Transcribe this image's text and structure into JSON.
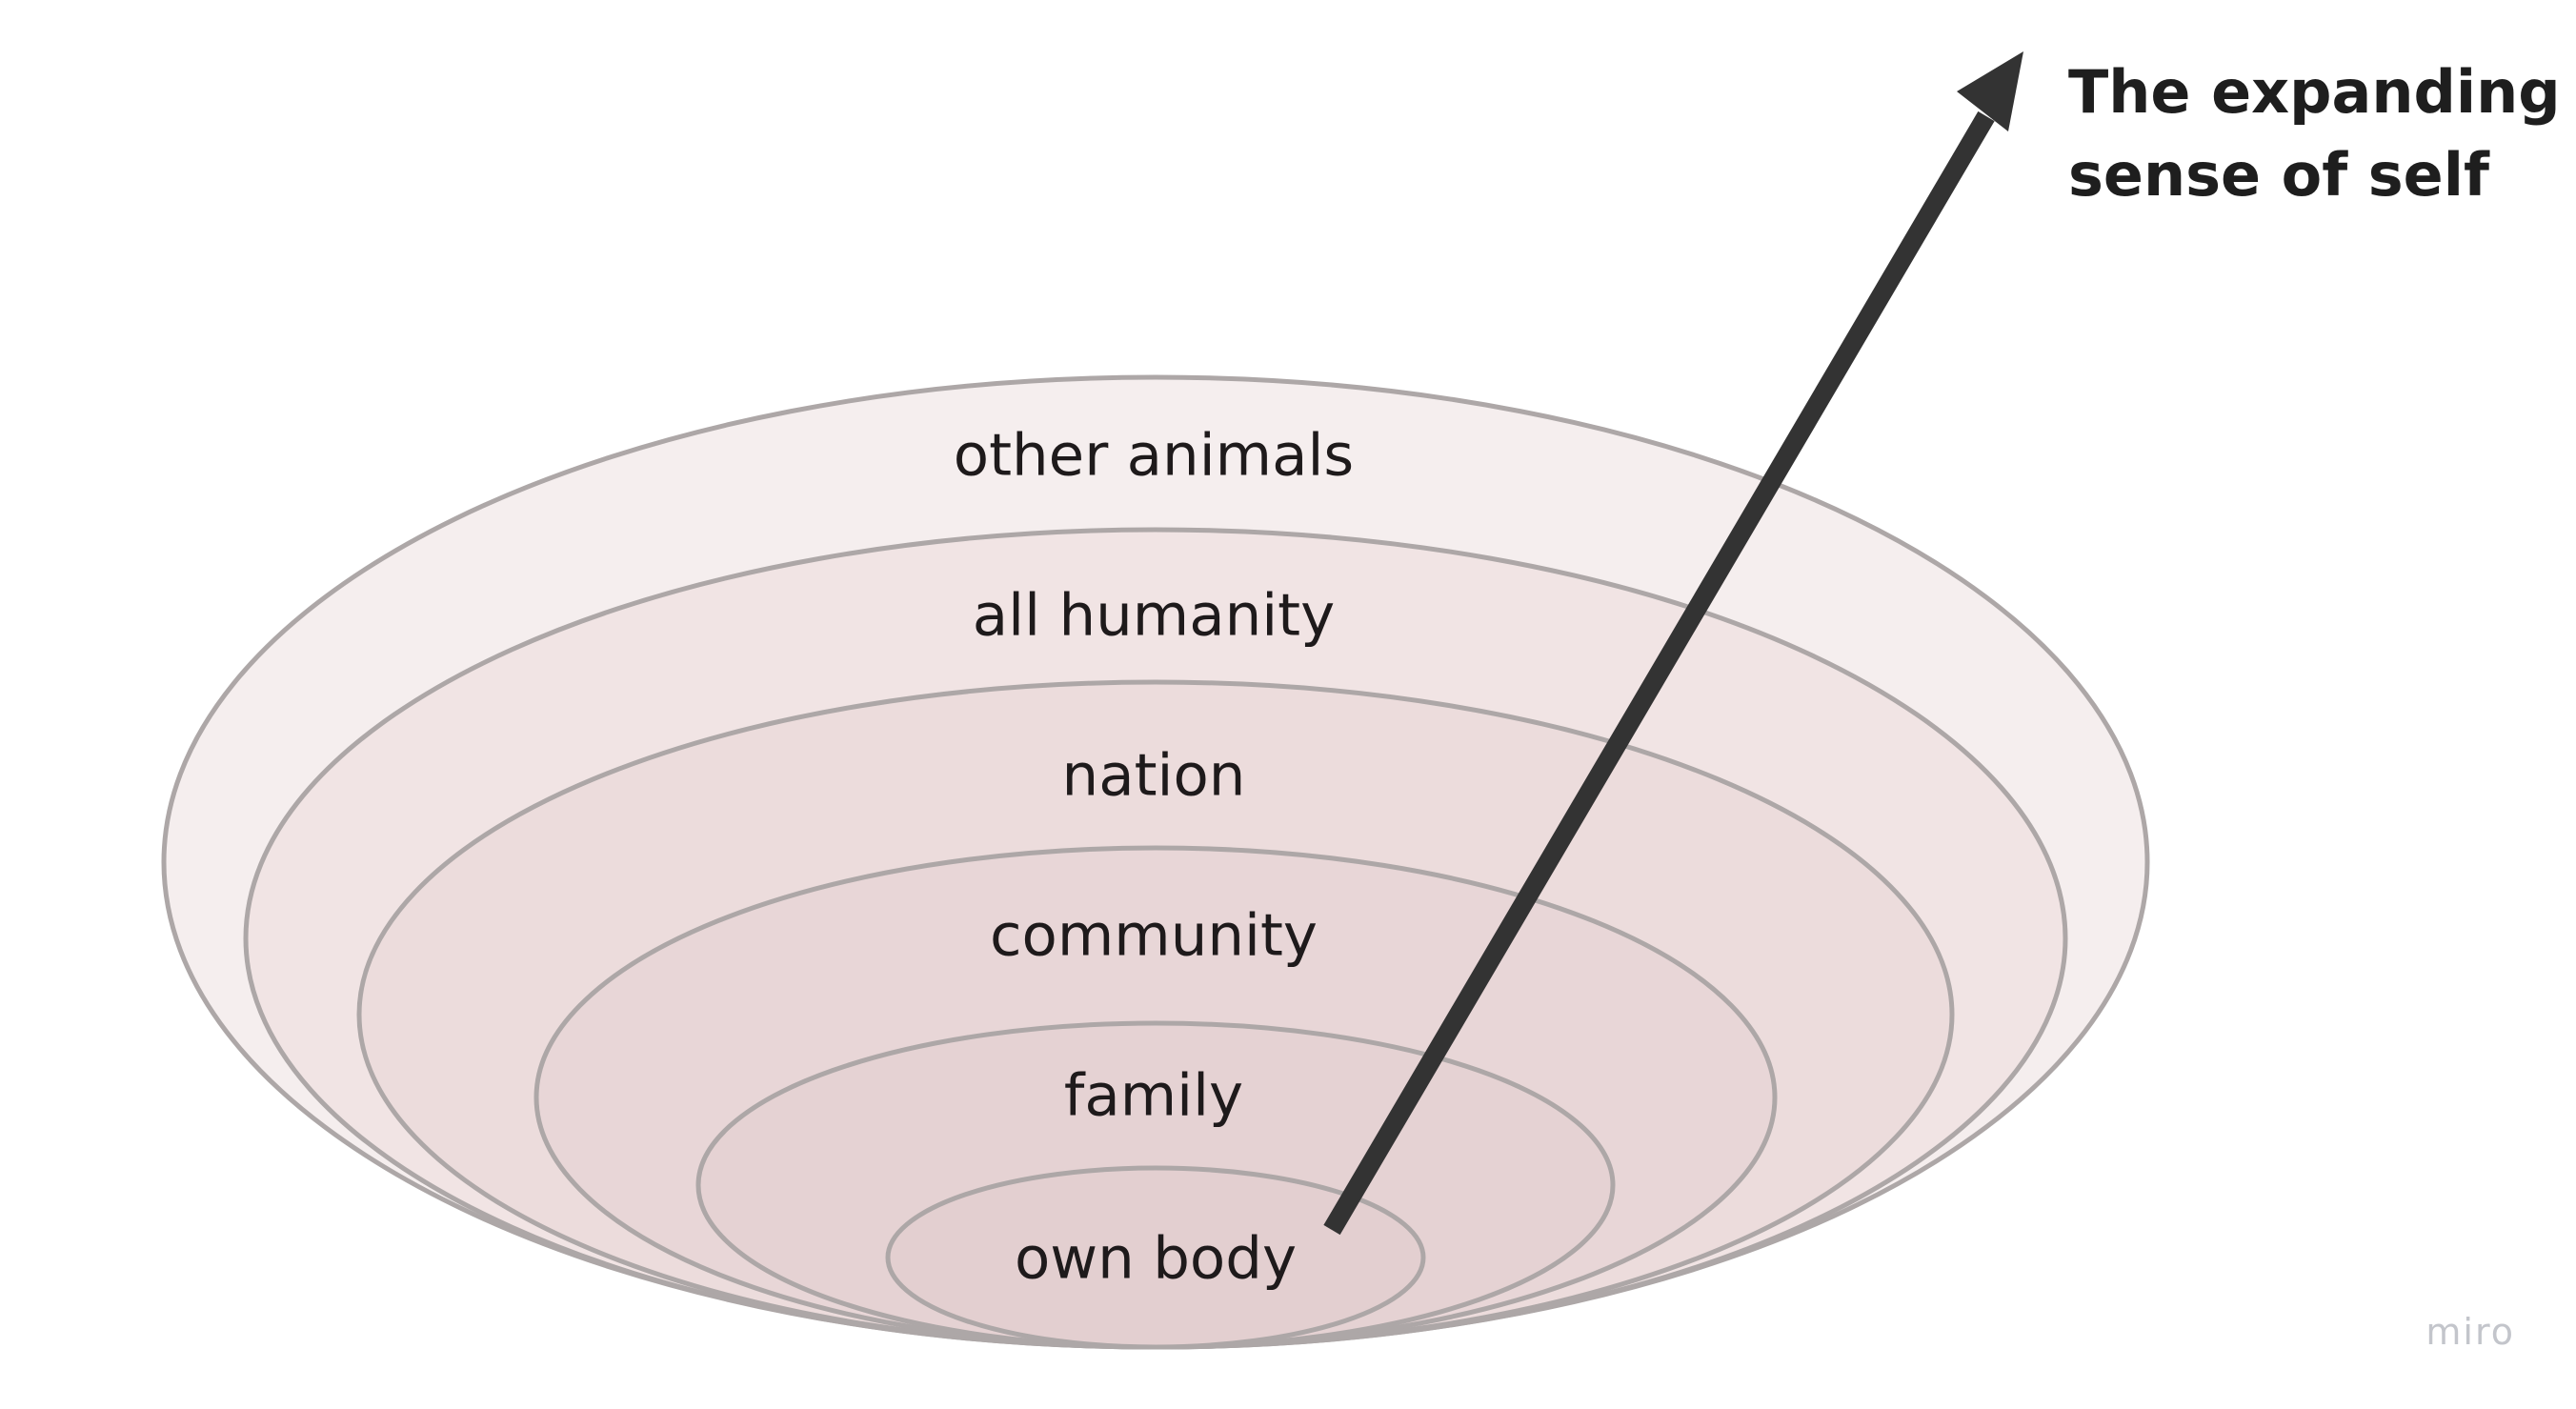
{
  "diagram": {
    "title_lines": [
      "The expanding",
      "sense of self"
    ],
    "rings": [
      {
        "label": "other animals",
        "fill": "#f5eeee"
      },
      {
        "label": "all humanity",
        "fill": "#f1e4e4"
      },
      {
        "label": "nation",
        "fill": "#ecdcdc"
      },
      {
        "label": "community",
        "fill": "#e8d6d7"
      },
      {
        "label": "family",
        "fill": "#e5d2d3"
      },
      {
        "label": "own body",
        "fill": "#e3cfd0"
      }
    ],
    "ring_stroke": "#ada7a7",
    "arrow_color": "#333333",
    "watermark": "miro"
  }
}
